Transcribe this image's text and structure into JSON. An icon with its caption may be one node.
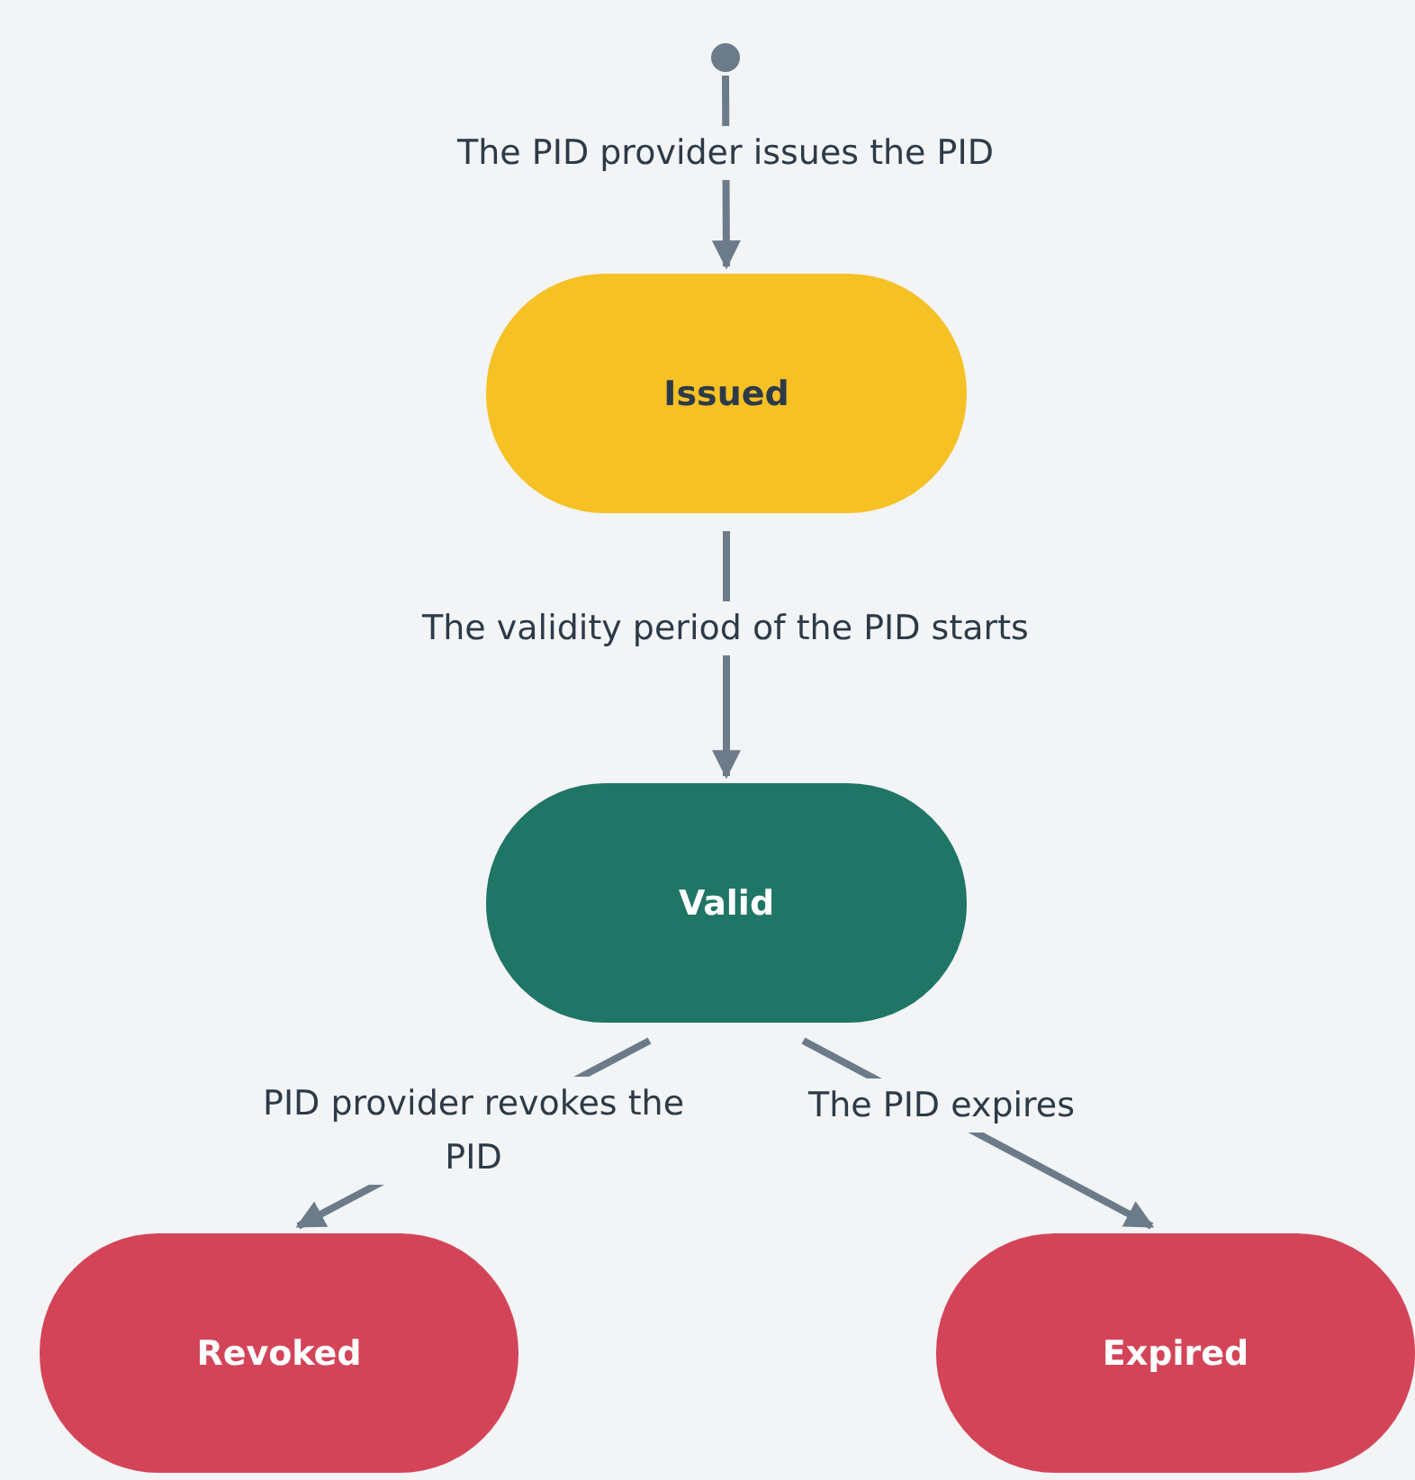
{
  "diagram": {
    "nodes": [
      {
        "text": [],
        "shape": "circle"
      },
      {
        "text": [
          "Issued"
        ]
      },
      {
        "text": [
          "Valid"
        ]
      },
      {
        "text": [
          "Revoked"
        ]
      },
      {
        "text": [
          "Expired"
        ]
      }
    ],
    "edges": [
      {
        "from": 0,
        "to": 1,
        "arrow": "to",
        "label": "The PID provider issues the PID"
      },
      {
        "from": 1,
        "to": 2,
        "arrow": "to",
        "label": "The validity period of the PID starts"
      },
      {
        "from": 2,
        "to": 3,
        "arrow": "to",
        "label": "PID provider revokes the PID"
      },
      {
        "from": 2,
        "to": 4,
        "arrow": "to",
        "label": "The PID expires"
      }
    ]
  }
}
